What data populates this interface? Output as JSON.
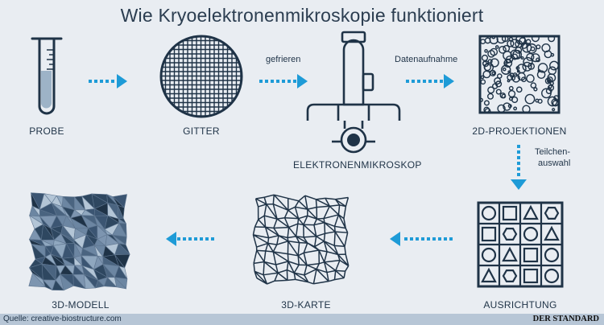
{
  "title": "Wie Kryoelektronenmikroskopie funktioniert",
  "stages": {
    "probe": "PROBE",
    "gitter": "GITTER",
    "mikroskop": "ELEKTRONENMIKROSKOP",
    "projektionen": "2D-PROJEKTIONEN",
    "ausrichtung": "AUSRICHTUNG",
    "karte": "3D-KARTE",
    "modell": "3D-MODELL"
  },
  "steps": {
    "gefrieren": "gefrieren",
    "datenaufnahme": "Datenaufnahme",
    "teilchenauswahl_line1": "Teilchen-",
    "teilchenauswahl_line2": "auswahl"
  },
  "footer": {
    "source": "Quelle: creative-biostructure.com",
    "brand": "DER STANDARD"
  },
  "colors": {
    "background": "#e9edf2",
    "ink": "#1f3347",
    "arrow": "#1e9bd7",
    "liquid": "#9db3c7",
    "footer_bar": "#b7c6d6"
  }
}
